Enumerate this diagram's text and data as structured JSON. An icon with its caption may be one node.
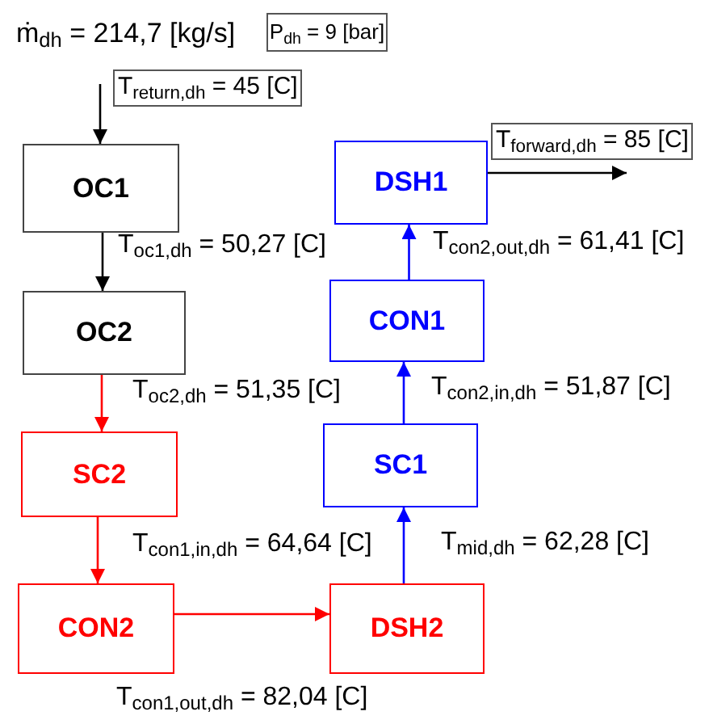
{
  "diagram": {
    "nodes": [
      {
        "text": [
          "P$_{dh}$ = 9 [bar]"
        ]
      },
      {
        "text": [
          "OC1"
        ]
      },
      {
        "text": [
          "DSH1"
        ]
      },
      {
        "text": [
          "OC2"
        ]
      },
      {
        "text": [
          "CON1"
        ]
      },
      {
        "text": [
          "SC2"
        ]
      },
      {
        "text": [
          "SC1"
        ]
      },
      {
        "text": [
          "CON2"
        ]
      },
      {
        "text": [
          "DSH2"
        ]
      }
    ],
    "edges": [
      {
        "from": null,
        "to": 1,
        "arrow": "to",
        "label": "T$_{return,dh}$ = 45 [C]"
      },
      {
        "from": 2,
        "to": null,
        "arrow": "to",
        "label": "T$_{forward,dh}$ = 85 [C]"
      },
      {
        "from": 1,
        "to": 3,
        "arrow": "to",
        "label": "T$_{oc1,dh}$ = 50,27 [C]"
      },
      {
        "from": 3,
        "to": 5,
        "arrow": "to",
        "label": "T$_{oc2,dh}$ = 51,35 [C]",
        "color": "#ff0000"
      },
      {
        "from": 5,
        "to": 7,
        "arrow": "to",
        "label": "T$_{con1,in,dh}$ = 64,64 [C]",
        "color": "#ff0000"
      },
      {
        "from": 7,
        "to": 8,
        "arrow": "to",
        "label": "T$_{con1,out,dh}$ = 82,04 [C]",
        "color": "#ff0000"
      },
      {
        "from": 8,
        "to": 6,
        "arrow": "to",
        "label": "T$_{mid,dh}$ = 62,28 [C]",
        "color": "#0000ff"
      },
      {
        "from": 6,
        "to": 4,
        "arrow": "to",
        "label": "T$_{con2,in,dh}$ = 51,87 [C]",
        "color": "#0000ff"
      },
      {
        "from": 4,
        "to": 2,
        "arrow": "to",
        "label": "T$_{con2,out,dh}$ = 61,41 [C]",
        "color": "#0000ff"
      }
    ],
    "labels": [
      "ṁ$_{dh}$ = 214,7 [kg/s]"
    ]
  }
}
